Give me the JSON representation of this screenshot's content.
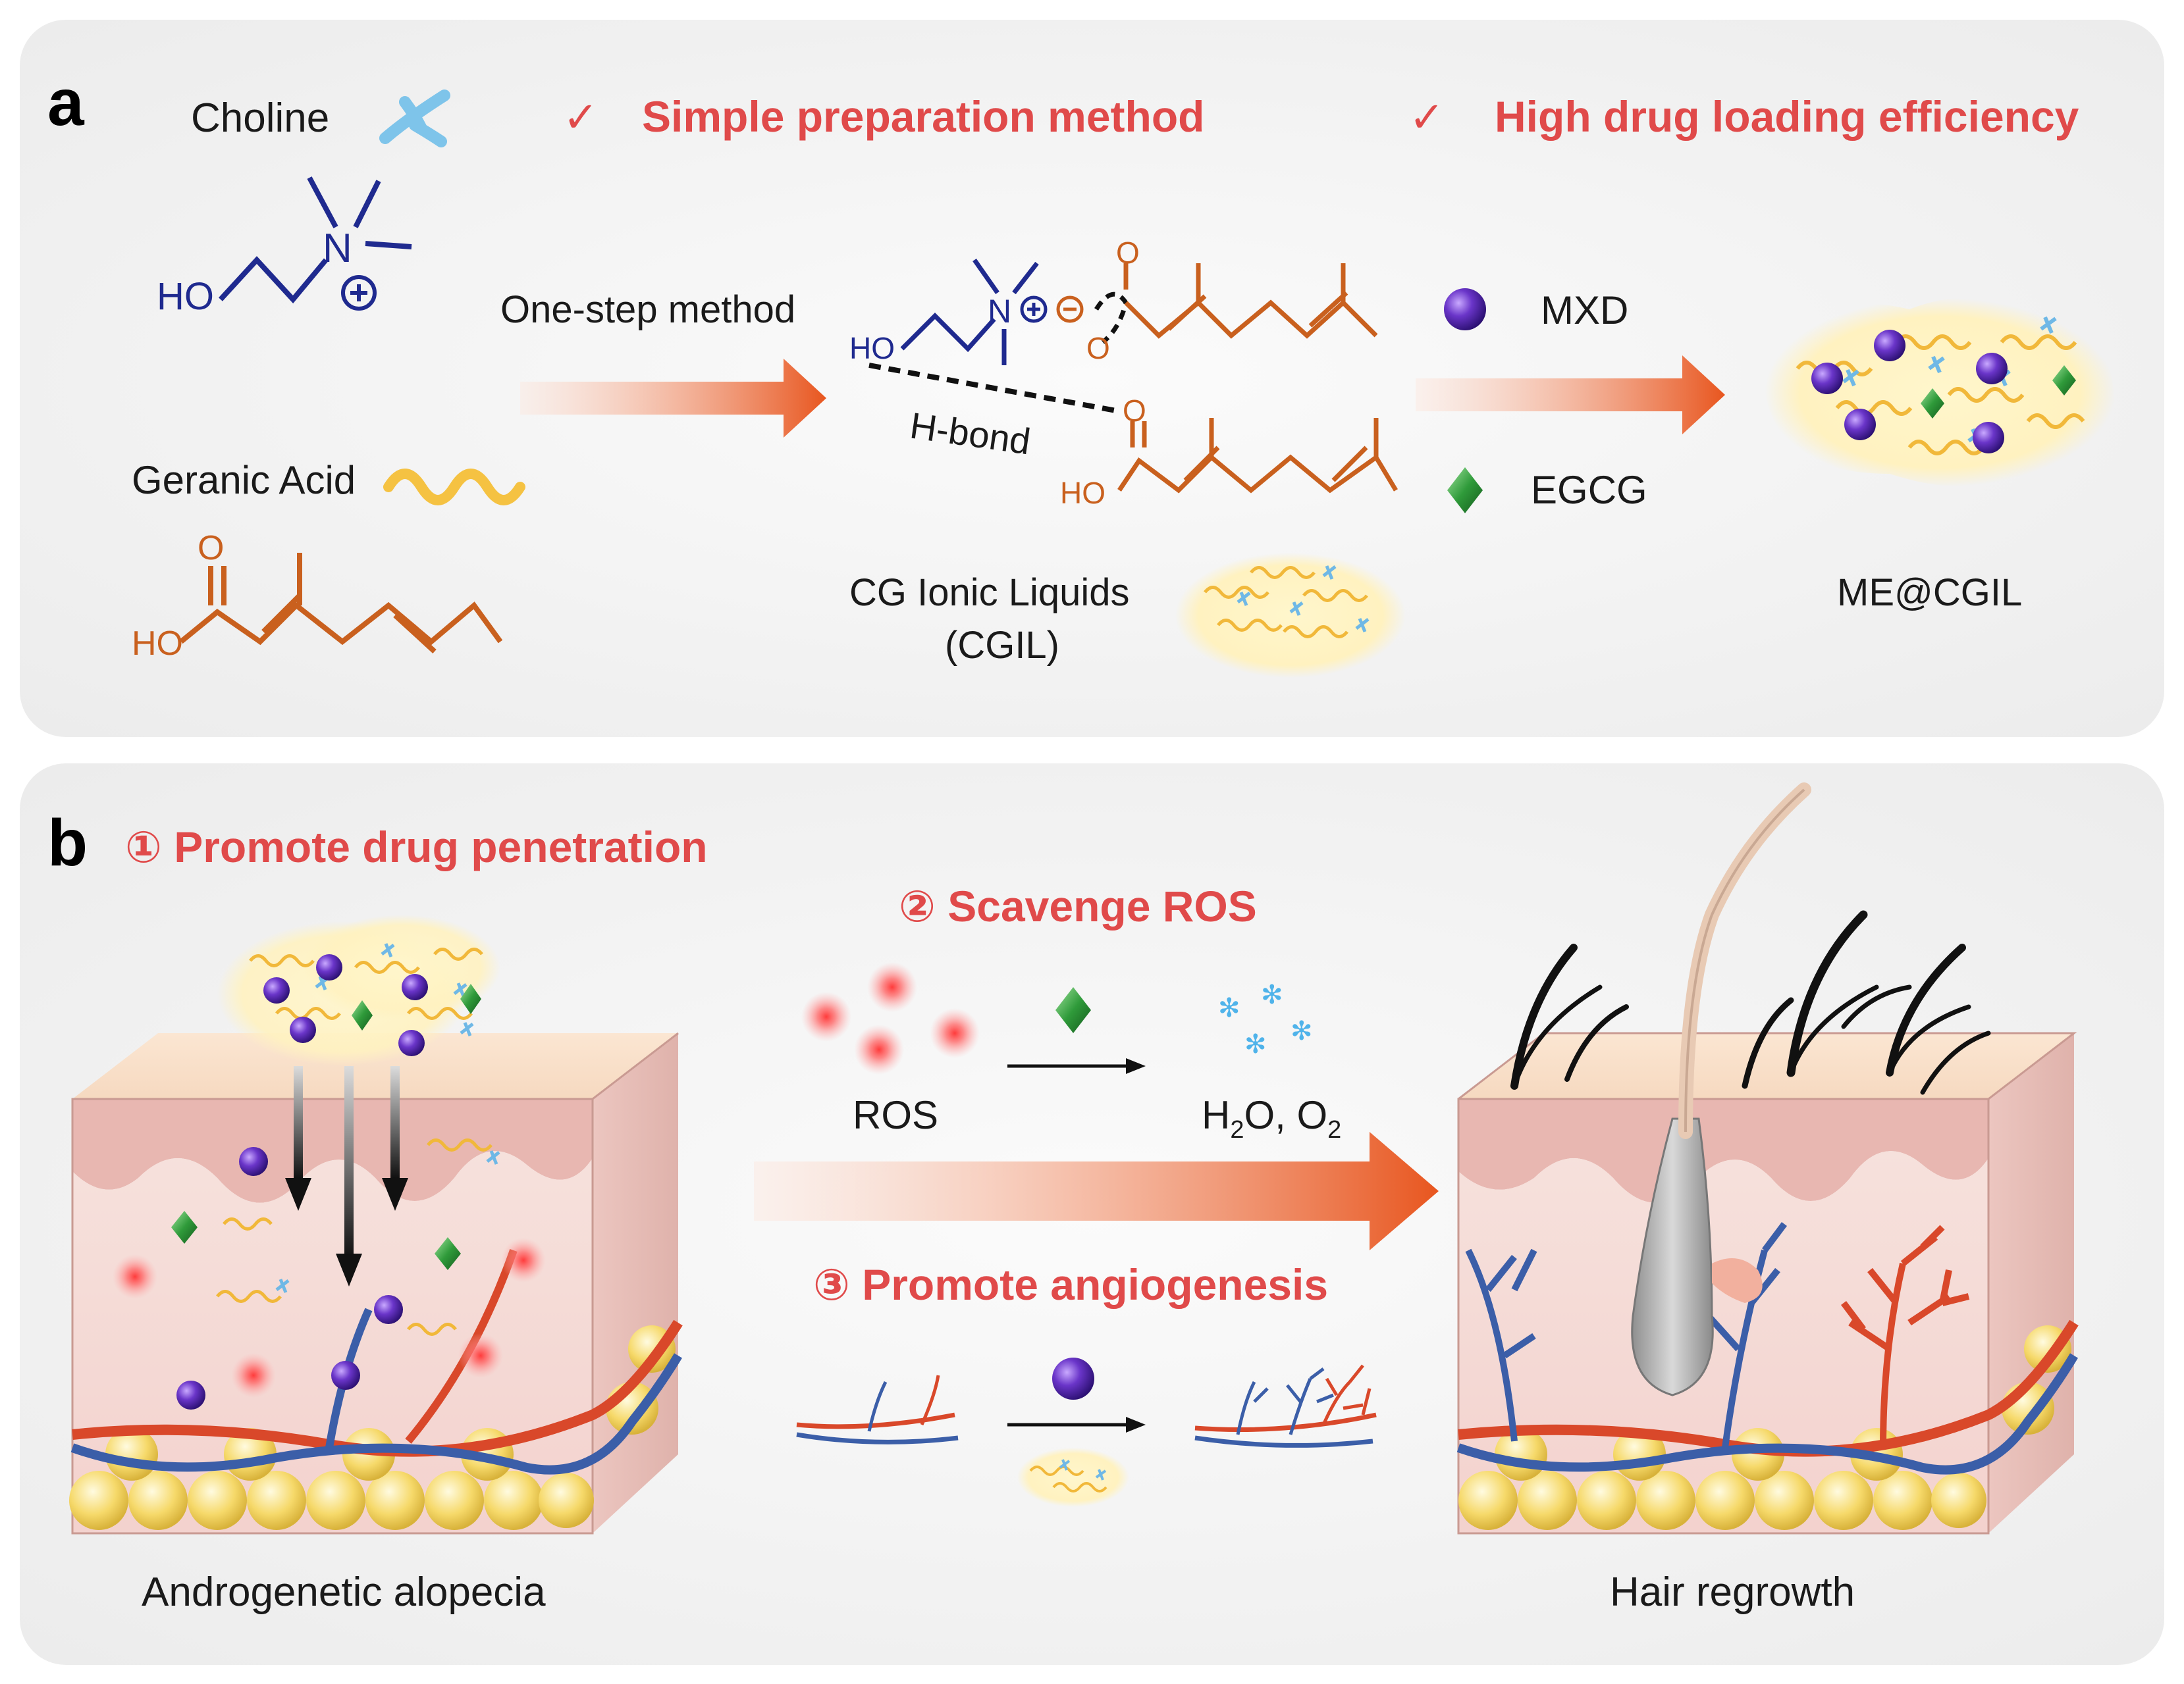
{
  "panel_a": {
    "letter": "a",
    "choline_label": "Choline",
    "check": "✓",
    "benefit_1": "Simple preparation method",
    "benefit_2": "High drug loading efficiency",
    "one_step": "One-step method",
    "hbond": "H-bond",
    "ho": "HO",
    "o": "O",
    "n": "N",
    "geranic_label": "Geranic Acid",
    "cgil_line1": "CG Ionic Liquids",
    "cgil_line2": "(CGIL)",
    "mxd": "MXD",
    "egcg": "EGCG",
    "me_cgil": "ME@CGIL"
  },
  "panel_b": {
    "letter": "b",
    "step1": "① Promote drug penetration",
    "step2": "② Scavenge ROS",
    "step3": "③ Promote angiogenesis",
    "ros": "ROS",
    "h": "H",
    "sub2": "2",
    "o_comma": "O, O",
    "left_caption": "Androgenetic alopecia",
    "right_caption": "Hair regrowth"
  },
  "colors": {
    "highlight_red": "#e04a4a",
    "choline_blue": "#1f2a8f",
    "geranic_orange": "#c9601e",
    "mxd_purple": "#5b2bb8",
    "egcg_green": "#2f9a3a",
    "arrow_orange": "#e8561f",
    "vessel_red": "#d9482a",
    "vessel_blue": "#3b5ea8"
  }
}
